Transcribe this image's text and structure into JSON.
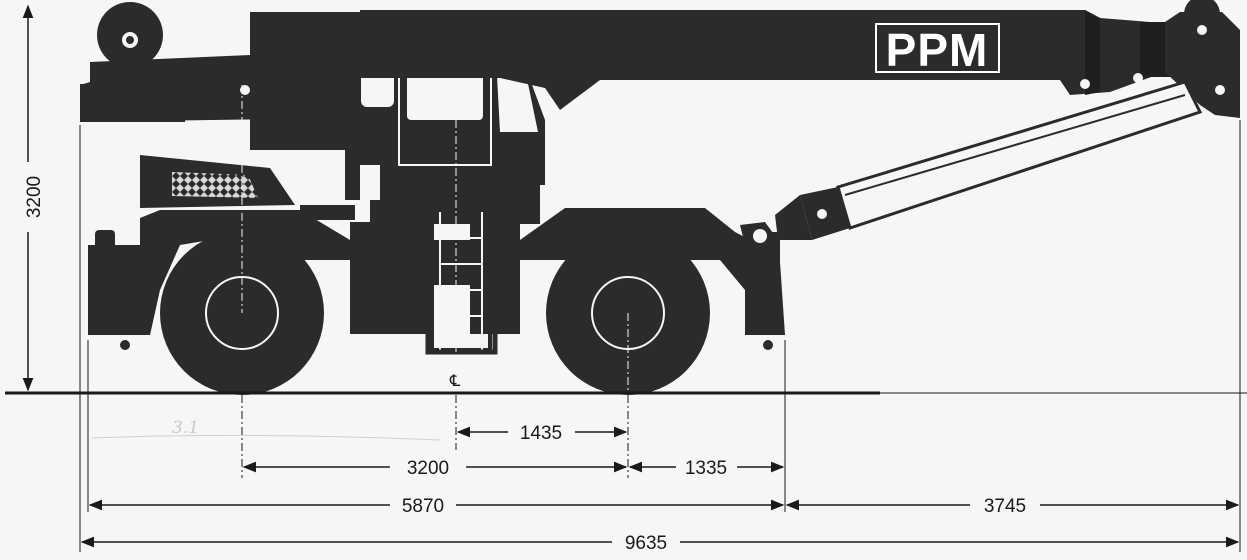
{
  "brand": {
    "logo_text": "PPM"
  },
  "annotations": {
    "handwritten": "3.1"
  },
  "dimensions": {
    "height": "3200",
    "center_to_front_axle": "1435",
    "wheelbase": "3200",
    "front_overhang": "1335",
    "carrier_length": "5870",
    "boom_overhang": "3745",
    "overall_length": "9635"
  },
  "colors": {
    "ink": "#2b2b2b",
    "paper": "#f6f6f4",
    "line": "#1a1a1a"
  }
}
